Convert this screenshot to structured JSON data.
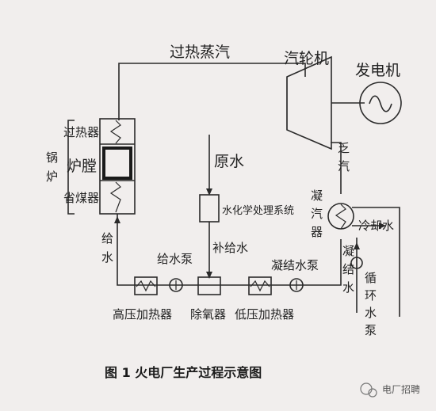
{
  "labels": {
    "superheated_steam": "过热蒸汽",
    "turbine": "汽轮机",
    "generator": "发电机",
    "superheater": "过热器",
    "furnace": "炉膛",
    "economizer": "省煤器",
    "boiler_1": "锅",
    "boiler_2": "炉",
    "exhaust_1": "乏",
    "exhaust_2": "汽",
    "raw_water": "原水",
    "water_treatment": "水化学处理系统",
    "condenser_1": "凝",
    "condenser_2": "汽",
    "condenser_3": "器",
    "cooling_water": "冷却水",
    "feedwater_1": "给",
    "feedwater_2": "水",
    "feed_pump": "给水泵",
    "makeup_water": "补给水",
    "condensate_pump": "凝结水泵",
    "condensate_1": "凝",
    "condensate_2": "结",
    "condensate_3": "水",
    "circ_pump_1": "循",
    "circ_pump_2": "环",
    "circ_pump_3": "水",
    "circ_pump_4": "泵",
    "hp_heater": "高压加热器",
    "deaerator": "除氧器",
    "lp_heater": "低压加热器"
  },
  "caption": "图 1  火电厂生产过程示意图",
  "watermark": "电厂招聘",
  "colors": {
    "line": "#2a2a2a",
    "background": "#f1eeed"
  }
}
